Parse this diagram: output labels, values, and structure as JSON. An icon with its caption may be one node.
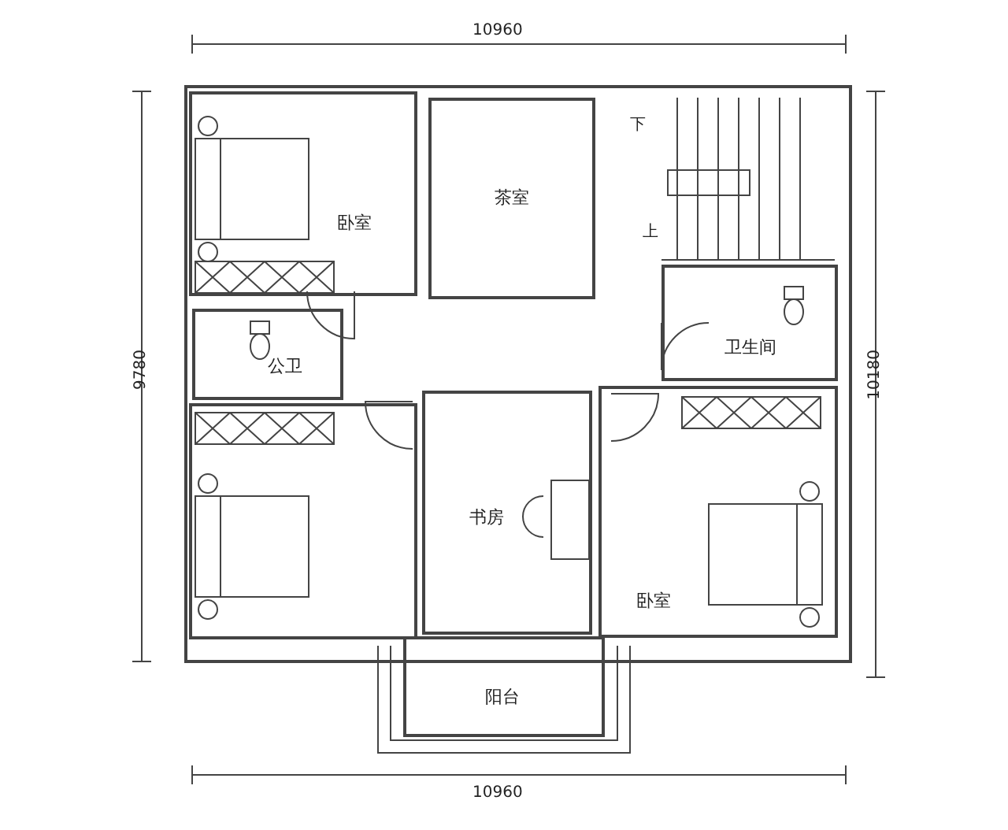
{
  "diagram": {
    "nodes": [
      {
        "text": [
          "卧室"
        ]
      },
      {
        "text": [
          "茶室"
        ]
      },
      {
        "text": [
          "公卫"
        ]
      },
      {
        "text": [
          "卫生间"
        ]
      },
      {
        "text": [],
        "shape": "box"
      },
      {
        "text": [
          "书房"
        ]
      },
      {
        "text": [
          "卧室"
        ]
      },
      {
        "text": [
          "阳台"
        ]
      }
    ],
    "labels": [
      "10960",
      "下",
      "上",
      "9780",
      "10180",
      "10960"
    ]
  }
}
